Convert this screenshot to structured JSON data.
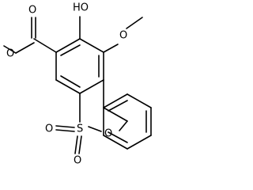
{
  "molecule": {
    "atom_labels": {
      "oh": "HO",
      "methoxy_o": "O",
      "ester_carbonyl_o": "O",
      "ester_o": "O",
      "ring_o": "O",
      "sulfur": "S",
      "sulfonyl_o_left": "O",
      "sulfonyl_o_bottom": "O"
    },
    "colors": {
      "bond": "#000000",
      "background": "#ffffff"
    }
  }
}
